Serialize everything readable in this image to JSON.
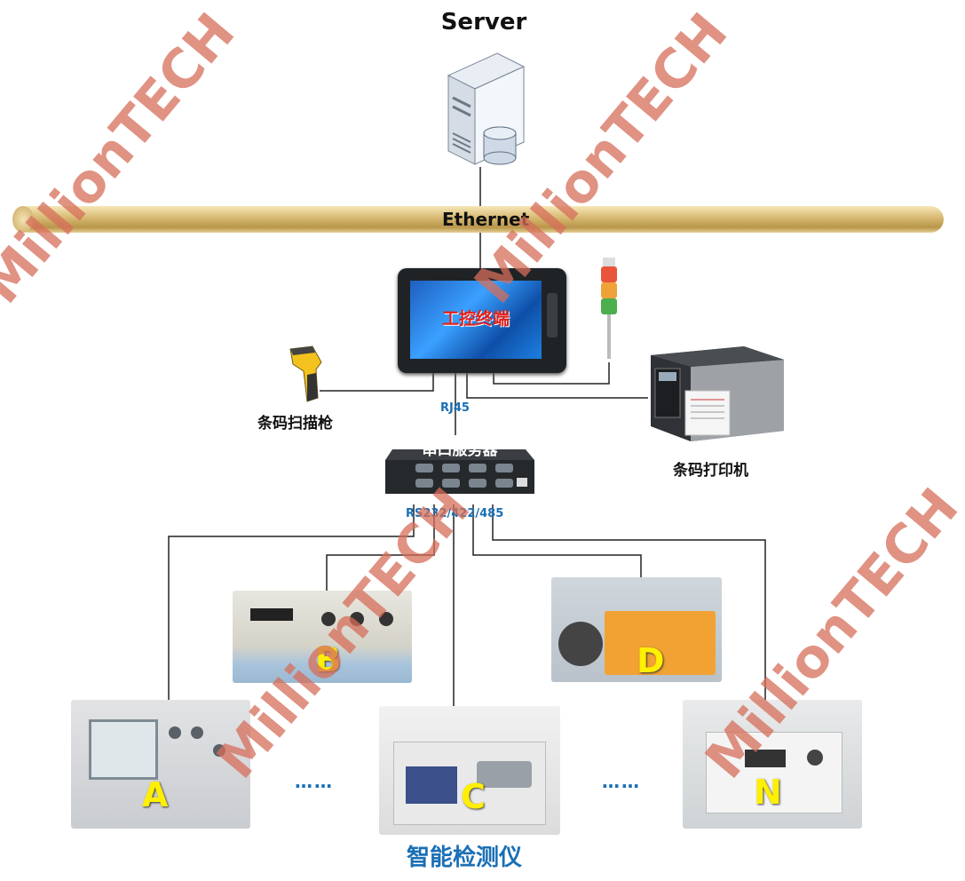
{
  "server": {
    "title": "Server"
  },
  "network": {
    "bus_label": "Ethernet"
  },
  "terminal": {
    "screen_text": "工控终端"
  },
  "scanner": {
    "label": "条码扫描枪"
  },
  "printer": {
    "label": "条码打印机"
  },
  "serial_server": {
    "label": "串口服务器",
    "uplink": "RJ45",
    "downlink": "RS232/422/485"
  },
  "instruments": {
    "group_label": "智能检测仪",
    "items": [
      {
        "letter": "A"
      },
      {
        "letter": "B"
      },
      {
        "letter": "C"
      },
      {
        "letter": "D"
      },
      {
        "letter": "N"
      }
    ],
    "ellipsis_left": "……",
    "ellipsis_right": "……"
  },
  "watermark": {
    "text": "MillionTECH"
  },
  "colors": {
    "ethernet_gold": "#d7b871",
    "label_blue": "#1a6fb5",
    "letter_yellow": "#ffef00",
    "watermark": "#d66e5a"
  }
}
